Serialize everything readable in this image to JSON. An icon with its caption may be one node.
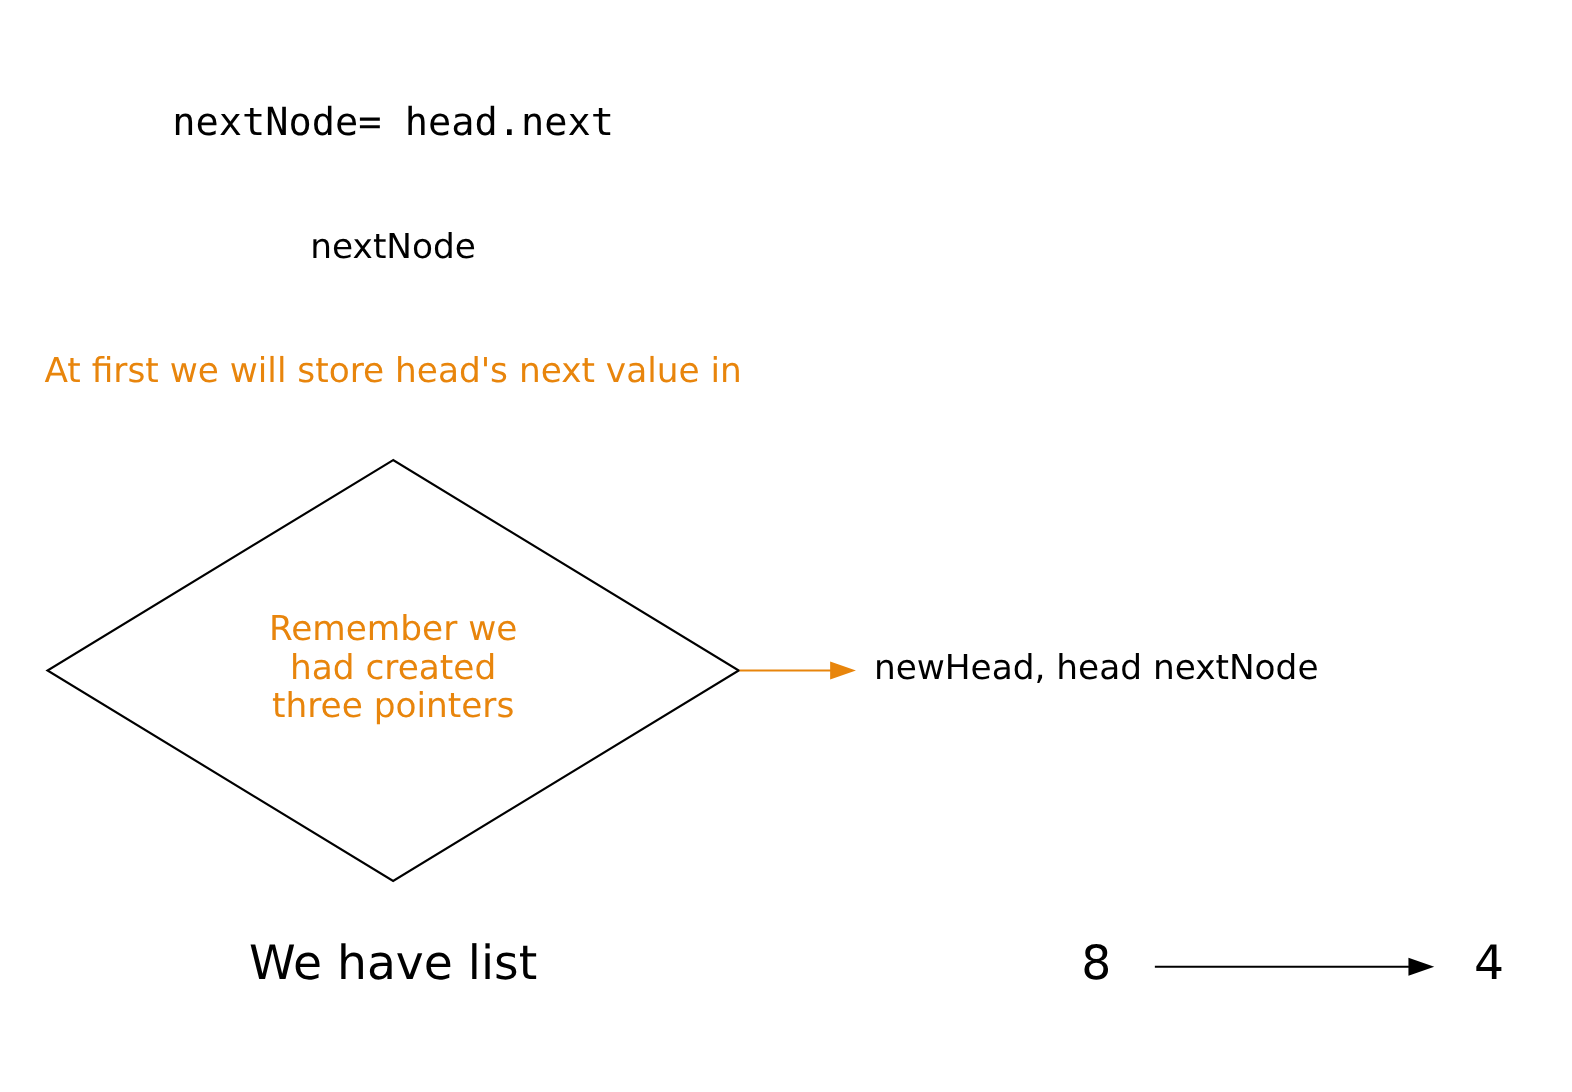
{
  "diagram": {
    "nodes": [
      {
        "text": [
          "8"
        ]
      },
      {
        "text": [
          "4"
        ]
      },
      {
        "text": [
          "Remember we had created three pointers"
        ]
      },
      {
        "text": [
          "newHead, head nextNode"
        ]
      }
    ],
    "edges": [
      {
        "from": 0,
        "to": 1,
        "arrow": "to"
      },
      {
        "from": 2,
        "to": 3,
        "arrow": "to",
        "color": "#e8850c"
      }
    ],
    "labels": [
      "We have list",
      "At first we will store head's next value in",
      "nextNode",
      "nextNode= head.next"
    ]
  }
}
